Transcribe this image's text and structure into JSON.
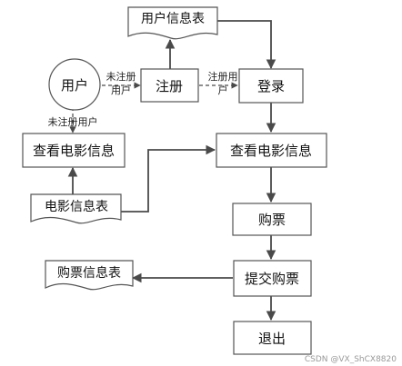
{
  "nodes": {
    "user": "用户",
    "register": "注册",
    "login": "登录",
    "user_info_table": "用户信息表",
    "view_movie_left": "查看电影信息",
    "movie_info_table": "电影信息表",
    "view_movie_right": "查看电影信息",
    "buy_ticket": "购票",
    "submit_purchase": "提交购票",
    "ticket_info_table": "购票信息表",
    "logout": "退出"
  },
  "edge_labels": {
    "unregistered_user_line1": "未注册",
    "unregistered_user_line2": "用户",
    "registered_user_line1": "注册用",
    "registered_user_line2": "户",
    "unregistered_user_down": "未注册用户"
  },
  "watermark": "CSDN @VX_ShCX8820"
}
